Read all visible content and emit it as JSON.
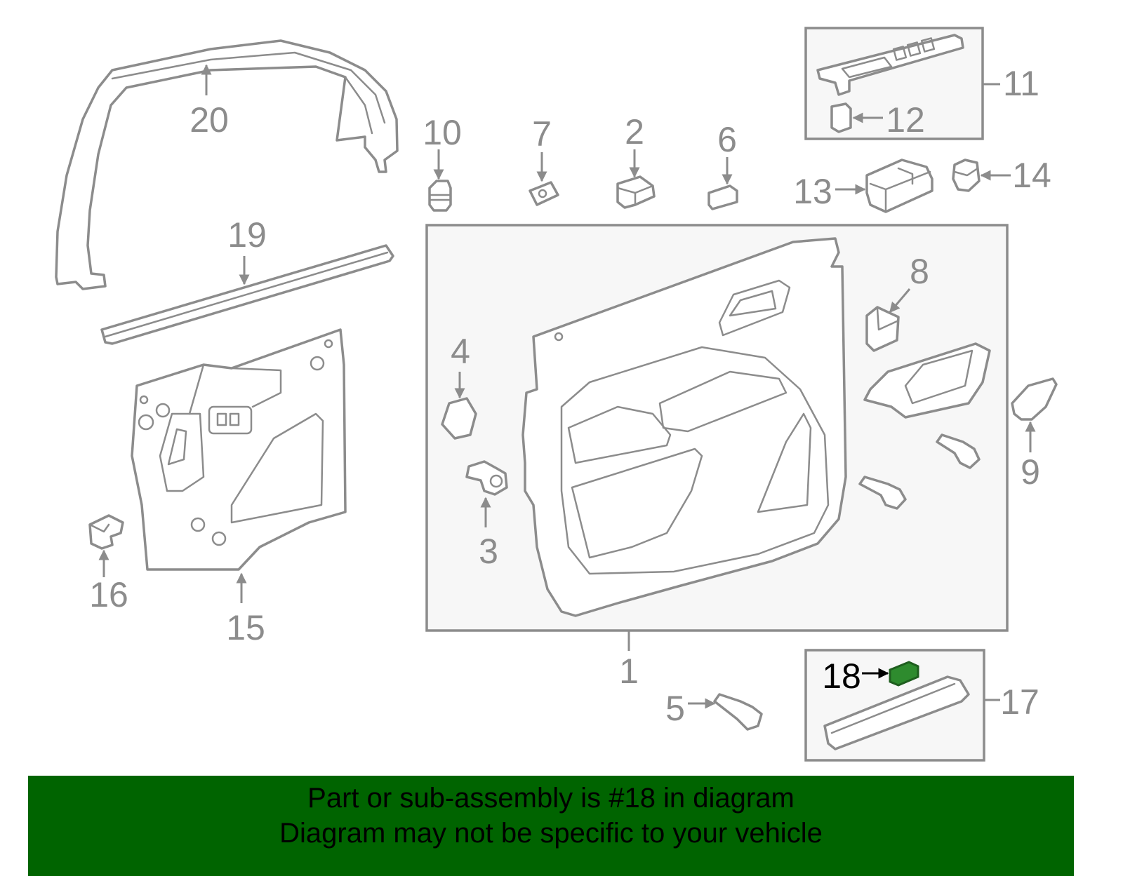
{
  "diagram": {
    "callouts": {
      "c1": "1",
      "c2": "2",
      "c3": "3",
      "c4": "4",
      "c5": "5",
      "c6": "6",
      "c7": "7",
      "c8": "8",
      "c9": "9",
      "c10": "10",
      "c11": "11",
      "c12": "12",
      "c13": "13",
      "c14": "14",
      "c15": "15",
      "c16": "16",
      "c17": "17",
      "c18": "18",
      "c19": "19",
      "c20": "20"
    },
    "highlighted_part": "18",
    "colors": {
      "line_art": "#8c8c8c",
      "highlight": "#2e8b2e",
      "footer_background": "#006400",
      "footer_text": "#000000"
    }
  },
  "footer": {
    "line1": "Part or sub-assembly is #18 in diagram",
    "line2": "Diagram may not be specific to your vehicle"
  }
}
